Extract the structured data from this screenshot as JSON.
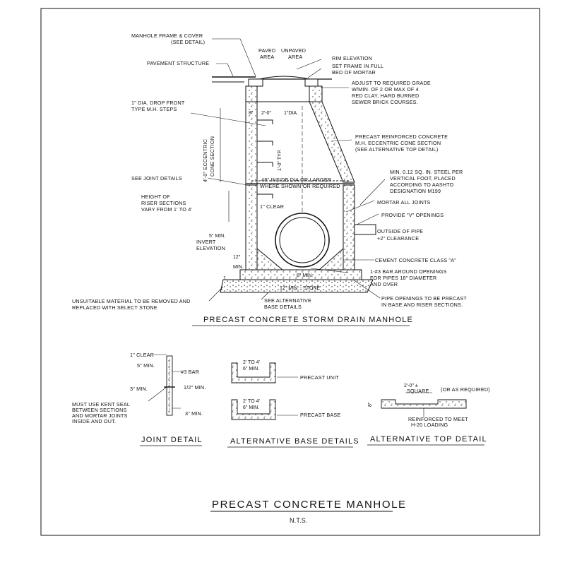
{
  "main_title": "PRECAST CONCRETE MANHOLE",
  "scale_note": "N.T.S.",
  "section": {
    "title": "PRECAST CONCRETE STORM DRAIN MANHOLE",
    "labels": {
      "frame_cover_1": "MANHOLE FRAME & COVER",
      "frame_cover_2": "(SEE DETAIL)",
      "pavement": "PAVEMENT STRUCTURE",
      "paved": "PAVED",
      "unpaved": "UNPAVED",
      "area1": "AREA",
      "area2": "AREA",
      "rim": "RIM ELEVATION",
      "set_frame_1": "SET FRAME IN FULL",
      "set_frame_2": "BED OF MORTAR",
      "adjust_1": "ADJUST TO REQUIRED GRADE",
      "adjust_2": "W/MIN. OF 2 OR MAX OF 4",
      "adjust_3": "RED CLAY, HARD BURNED",
      "adjust_4": "SEWER BRICK COURSES.",
      "steps_1": "1\" DIA. DROP FRONT",
      "steps_2": "TYPE M.H. STEPS",
      "cone_1": "PRECAST REINFORCED CONCRETE",
      "cone_2": "M.H. ECCENTRIC CONE SECTION",
      "cone_3": "(SEE ALTERNATIVE TOP DETAIL)",
      "joint": "SEE JOINT DETAILS",
      "steel_1": "MIN. 0.12 SQ. IN. STEEL PER",
      "steel_2": "VERTICAL FOOT, PLACED",
      "steel_3": "ACCORDING TO AASHTO",
      "steel_4": "DESIGNATION M199",
      "height_1": "HEIGHT OF",
      "height_2": "RISER SECTIONS",
      "height_3": "VARY FROM 1' TO 4'",
      "mortar": "MORTAR ALL JOINTS",
      "v_open": "PROVIDE \"V\" OPENINGS",
      "outside_1": "OUTSIDE OF PIPE",
      "outside_2": "+2\" CLEARANCE",
      "invert_1": "INVERT",
      "invert_2": "ELEVATION",
      "cement": "CEMENT CONCRETE CLASS \"A\"",
      "bar_1": "1-#3 BAR AROUND OPENINGS",
      "bar_2": "FOR PIPES 18\" DIAMETER",
      "bar_3": "AND OVER",
      "unsuit_1": "UNSUITABLE MATERIAL TO BE REMOVED AND",
      "unsuit_2": "REPLACED WITH SELECT STONE",
      "alt_base_1": "SEE ALTERNATIVE",
      "alt_base_2": "BASE DETAILS",
      "pipe_open_1": "PIPE OPENINGS TO BE PRECAST",
      "pipe_open_2": "IN BASE AND RISER SECTIONS.",
      "inside_dia_1": "48\" INSIDE DIA OR LARGER",
      "inside_dia_2": "WHERE SHOWN OR REQUIRED",
      "clear": "1\" CLEAR",
      "cone_h_1": "4'-0\" ECCENTRIC",
      "cone_h_2": "CONE SECTION"
    },
    "dims": {
      "d8": "8\"",
      "d2ft": "2'-0\"",
      "d1dia": "1\"DIA.",
      "typ": "1'-0\" TYP.",
      "min5": "5\" MIN.",
      "d12": "12\"",
      "min": "MIN.",
      "min6": "6\" MIN.",
      "stone": "12\" MIN. - STONE",
      "one": "1"
    }
  },
  "joint_detail": {
    "title": "JOINT DETAIL",
    "clear": "1\" CLEAR",
    "min5": "5\" MIN.",
    "bar": "#3 BAR",
    "min3a": "3\" MIN.",
    "half": "1/2\" MIN.",
    "min3b": "3\" MIN.",
    "seal_1": "MUST USE KENT SEAL",
    "seal_2": "BETWEEN SECTIONS",
    "seal_3": "AND MORTAR JOINTS",
    "seal_4": "INSIDE AND OUT."
  },
  "alt_base": {
    "title": "ALTERNATIVE BASE DETAILS",
    "unit_dim1": "2' TO 4'",
    "unit_dim2": "6\" MIN.",
    "unit": "PRECAST UNIT",
    "base_dim1": "2' TO 4'",
    "base_dim2": "6\" MIN.",
    "base": "PRECAST BASE"
  },
  "alt_top": {
    "title": "ALTERNATIVE TOP DETAIL",
    "dim": "2'-0\" ±",
    "square": "SQUARE",
    "or_req": "(OR AS REQUIRED)",
    "d8": "8\"",
    "reinf_1": "REINFORCED TO MEET",
    "reinf_2": "H-20 LOADING"
  }
}
